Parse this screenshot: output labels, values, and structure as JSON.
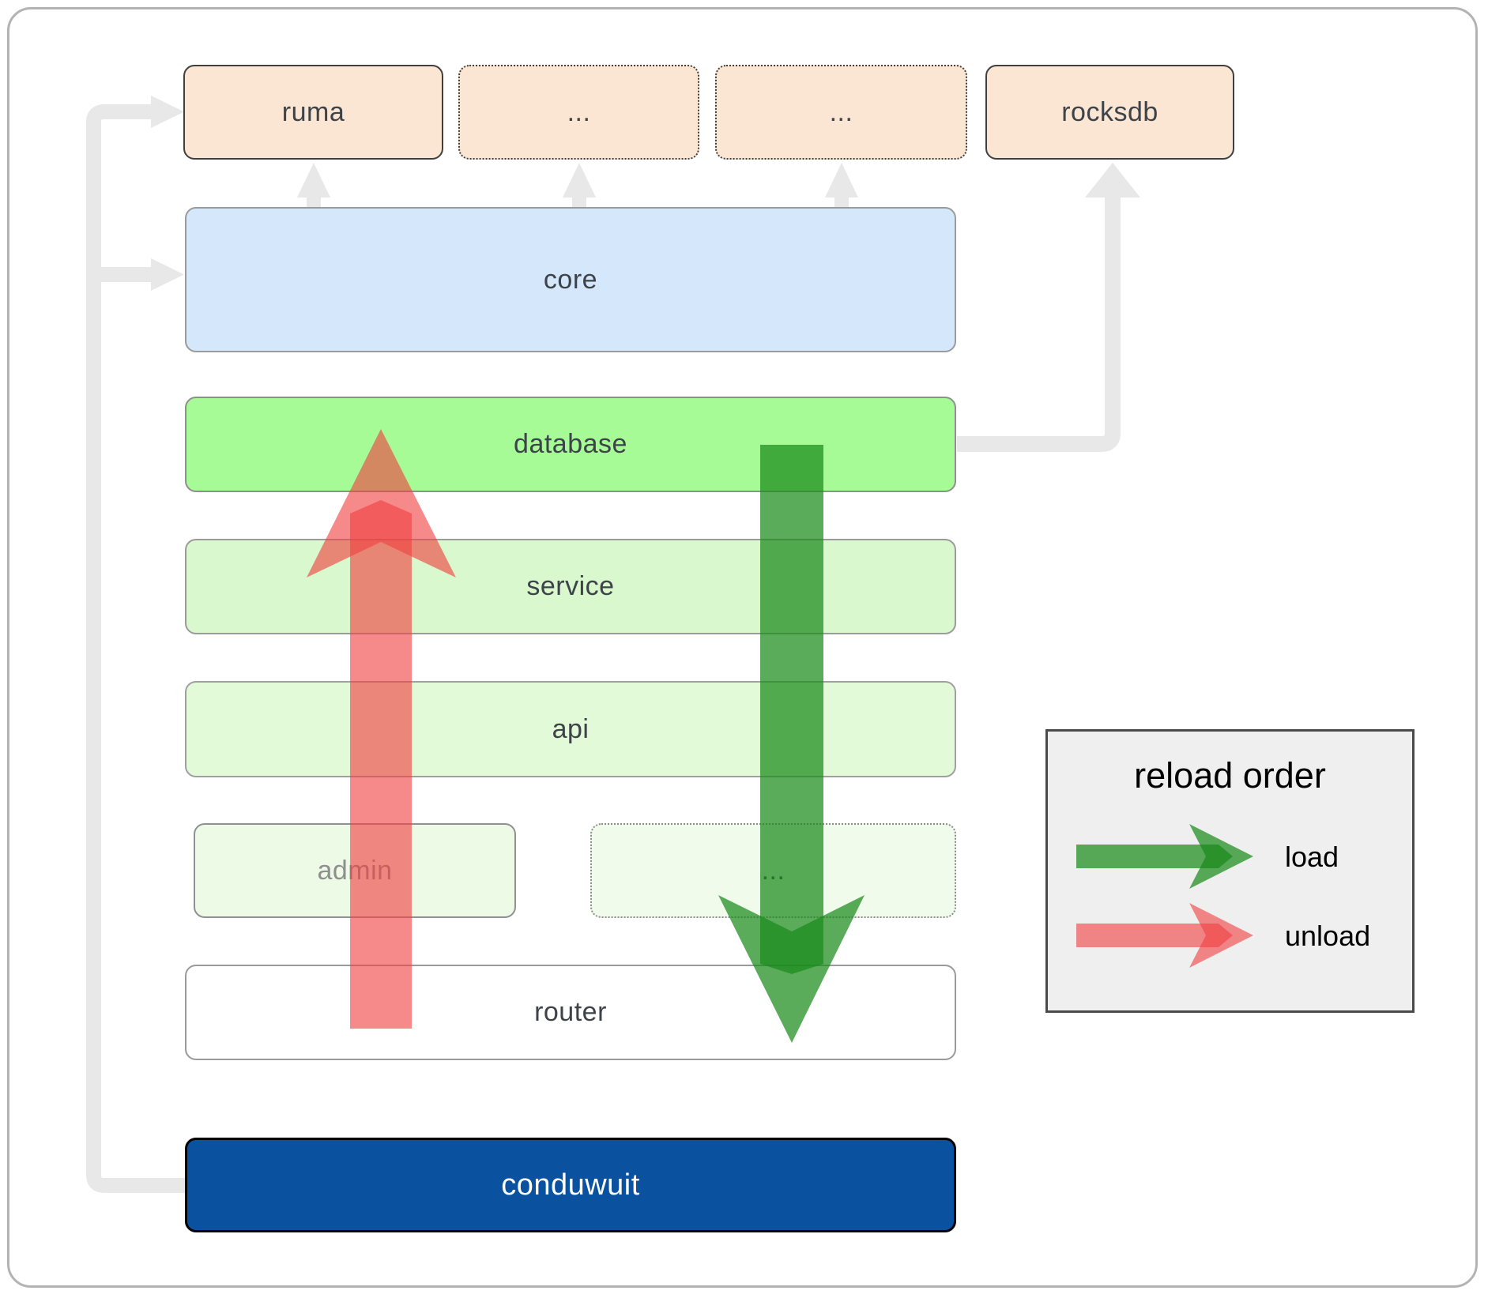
{
  "labels": {
    "ruma": "ruma",
    "modules_a": "...",
    "modules_b": "...",
    "rocksdb": "rocksdb",
    "core": "core",
    "database": "database",
    "service": "service",
    "api": "api",
    "admin": "admin",
    "services_more": "...",
    "router": "router",
    "conduwuit": "conduwuit"
  },
  "legend": {
    "title": "reload order",
    "load_label": "load",
    "unload_label": "unload"
  },
  "icons": {
    "load_arrow": "green-down-arrow",
    "unload_arrow": "red-up-arrow",
    "dependency_connectors": "light-gray-elbow-arrows"
  },
  "colors": {
    "module_fill": "#fbe5d3",
    "module_border": "#3f3f3f",
    "core_fill": "#d5e7fa",
    "database_fill": "#a6fb96",
    "service_fill": "#d9f8cd",
    "api_fill": "#e3fad8",
    "admin_fill": "#edfae6",
    "router_fill": "#ffffff",
    "conduwuit_fill": "#0a529f",
    "conduwuit_text": "#ffffff",
    "label_text": "#3d4349",
    "admin_label_text": "#8f8f8f",
    "connector_gray": "#e8e8e8",
    "load_green": "rgba(27,138,27,0.72)",
    "unload_red": "rgba(240,65,65,0.62)",
    "legend_bg": "#efefef",
    "legend_border": "#4a4a4a",
    "frame_border": "#b3b3b3"
  }
}
